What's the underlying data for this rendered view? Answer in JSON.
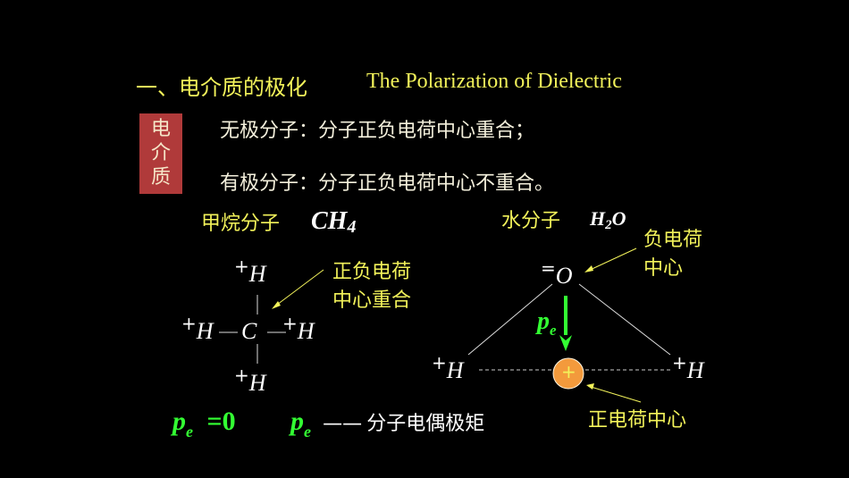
{
  "title": {
    "chinese": "一、电介质的极化",
    "english": "The Polarization of Dielectric"
  },
  "dielectric_tag": [
    "电",
    "介",
    "质"
  ],
  "definitions": [
    "无极分子：分子正负电荷中心重合；",
    "有极分子：分子正负电荷中心不重合。"
  ],
  "methane": {
    "label": "甲烷分子",
    "formula_main": "CH",
    "formula_sub": "4",
    "center_atom": "C",
    "atom": "H",
    "charge": "+",
    "annotation_line1": "正负电荷",
    "annotation_line2": "中心重合",
    "moment_symbol": "p",
    "moment_sub": "e",
    "moment_value": "=0"
  },
  "water": {
    "label": "水分子",
    "formula_h": "H",
    "formula_sub": "2",
    "formula_o": "O",
    "oxygen": "O",
    "oxygen_charge": "=",
    "atom": "H",
    "charge": "+",
    "neg_center_line1": "负电荷",
    "neg_center_line2": "中心",
    "pos_center_label": "正电荷中心",
    "pos_center_symbol": "+",
    "moment_symbol": "p",
    "moment_sub": "e"
  },
  "legend": {
    "symbol": "p",
    "sub": "e",
    "dash": "——",
    "text": "分子电偶极矩"
  },
  "colors": {
    "background": "#000000",
    "title": "#f2f25a",
    "tag_bg": "#b03a3a",
    "moment": "#33ff33",
    "pos_center": "#f39a3c"
  }
}
